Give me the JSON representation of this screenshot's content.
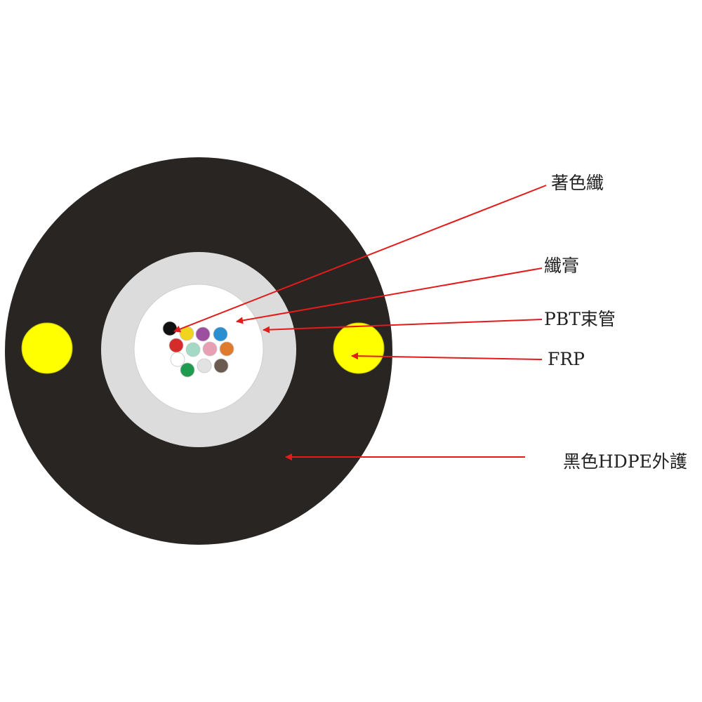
{
  "labels": {
    "colored_fiber": "著色纖",
    "fiber_gel": "纖膏",
    "pbt_tube": "PBT束管",
    "frp": "FRP",
    "hdpe_jacket": "黑色HDPE外護"
  },
  "colors": {
    "jacket": "#282522",
    "frp": "#ffff00",
    "tube": "#dcdcdc",
    "gel": "#ffffff",
    "arrow": "#e31b1b",
    "fibers": [
      "#111111",
      "#f0d41e",
      "#9b4f9e",
      "#2a8fd1",
      "#d52b2b",
      "#a3d9c5",
      "#e79fb4",
      "#e07b2e",
      "#ffffff",
      "#6b5a50",
      "#1f9b4f",
      "#e2e2e2"
    ]
  }
}
